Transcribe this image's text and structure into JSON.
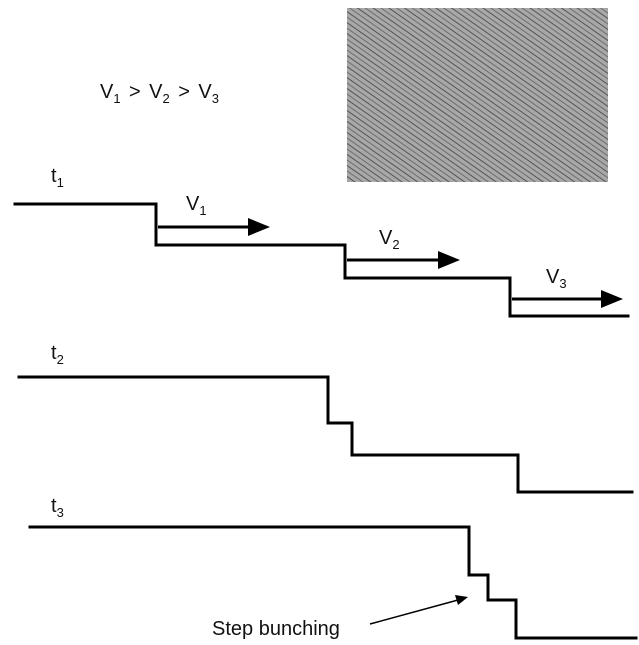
{
  "relation": {
    "v1": "V",
    "v1_sub": "1",
    "gt1": ">",
    "v2": "V",
    "v2_sub": "2",
    "gt2": ">",
    "v3": "V",
    "v3_sub": "3"
  },
  "profiles": [
    {
      "time_label": "t",
      "time_sub": "1"
    },
    {
      "time_label": "t",
      "time_sub": "2"
    },
    {
      "time_label": "t",
      "time_sub": "3"
    }
  ],
  "velocities": [
    {
      "label": "V",
      "sub": "1"
    },
    {
      "label": "V",
      "sub": "2"
    },
    {
      "label": "V",
      "sub": "3"
    }
  ],
  "annotation": "Step bunching",
  "colors": {
    "line": "#000000",
    "micrograph_bg": "#9a9a9a",
    "micrograph_line": "#3a3a3a"
  }
}
